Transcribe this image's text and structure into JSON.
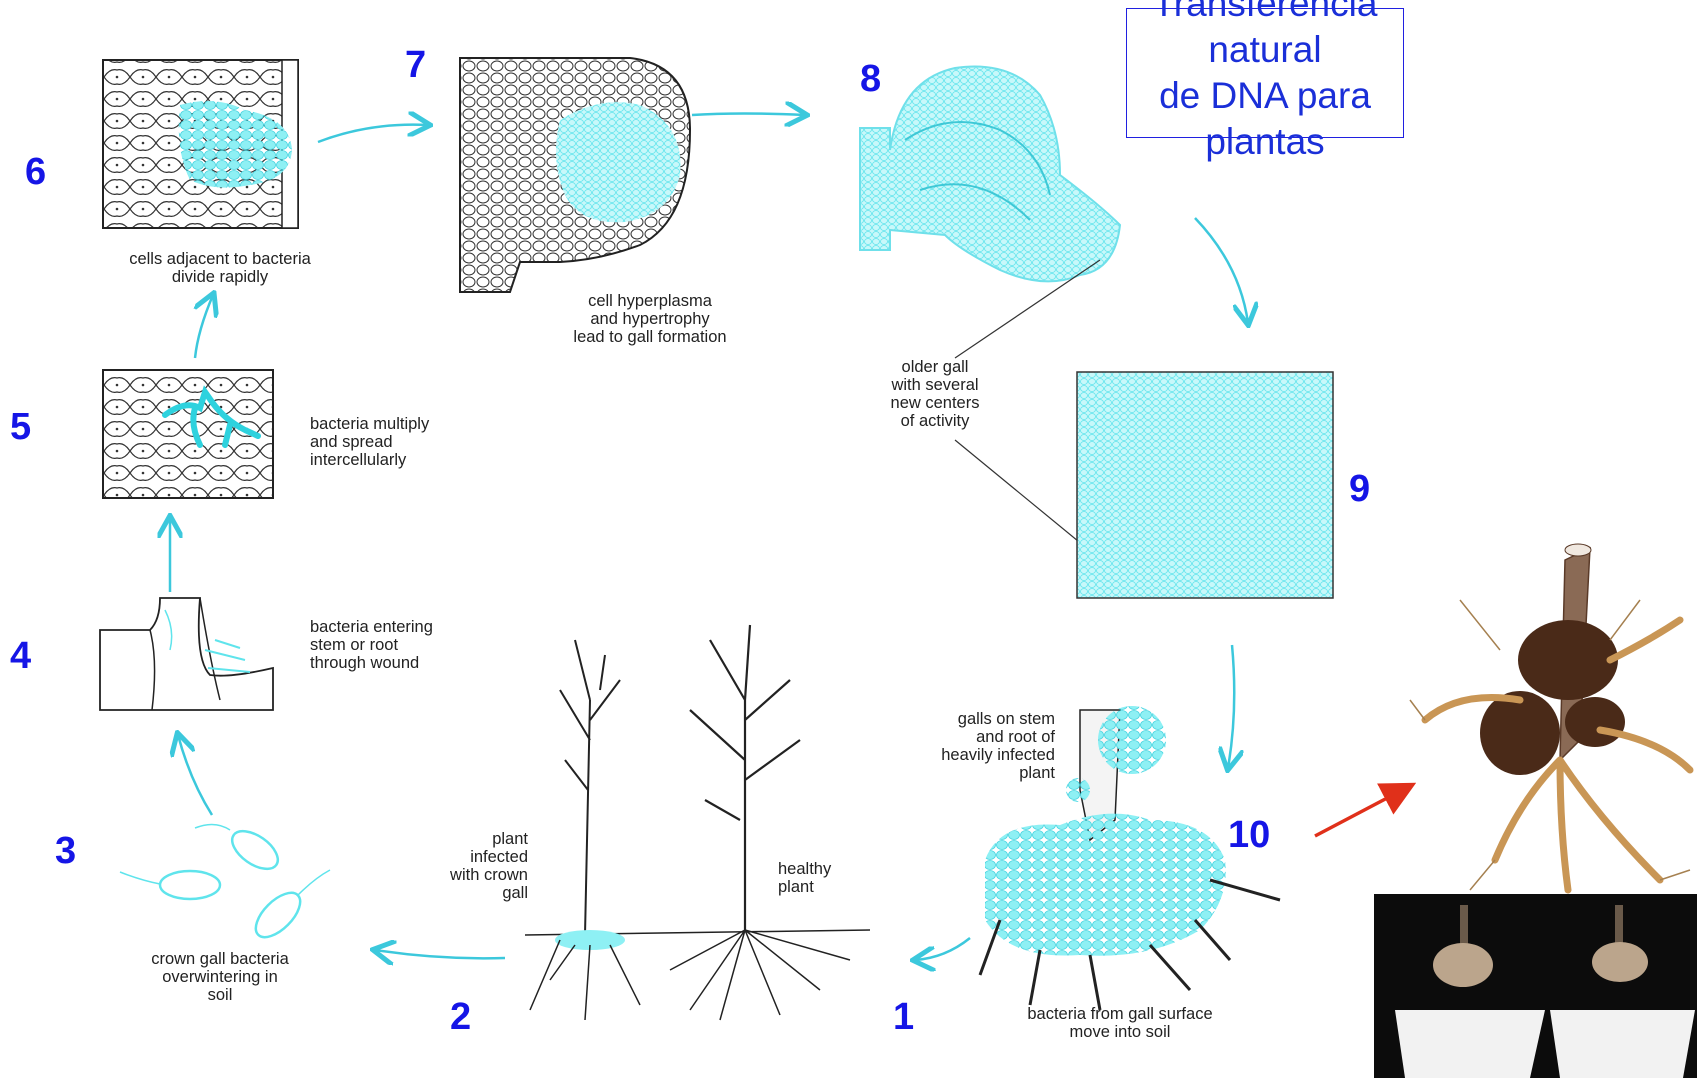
{
  "title": "Transferência natural\nde DNA para plantas",
  "steps": {
    "n1": "1",
    "n2": "2",
    "n3": "3",
    "n4": "4",
    "n5": "5",
    "n6": "6",
    "n7": "7",
    "n8": "8",
    "n9": "9",
    "n10": "10"
  },
  "captions": {
    "c6": "cells adjacent to bacteria\ndivide rapidly",
    "c7": "cell hyperplasma\nand hypertrophy\nlead to gall formation",
    "c8": "older gall\nwith several\nnew centers\nof activity",
    "c5": "bacteria multiply\nand spread\nintercellularly",
    "c4": "bacteria entering\nstem or root\nthrough wound",
    "c10": "galls on stem\nand root of\nheavily infected\nplant",
    "c2a": "plant\ninfected\nwith crown\ngall",
    "c2b": "healthy\nplant",
    "c3": "crown gall bacteria\noverwintering in\nsoil",
    "c1": "bacteria from gall surface\nmove into soil"
  },
  "colors": {
    "step_number": "#1515e6",
    "cyan": "#5fe4ec",
    "arrow": "#3cc8dc",
    "red_arrow": "#e0301a"
  }
}
